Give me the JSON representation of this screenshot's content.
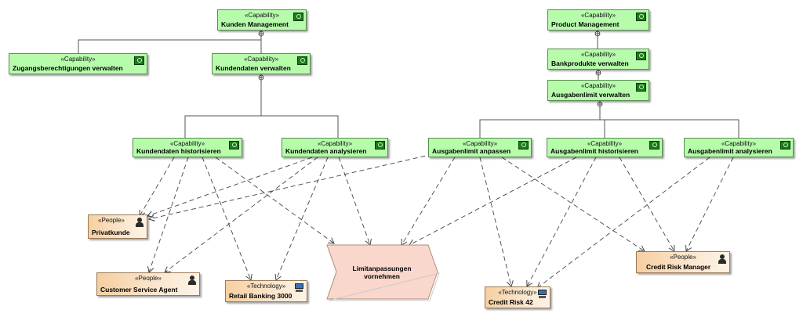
{
  "stereotypes": {
    "capability": "«Capability»",
    "people": "«People»",
    "technology": "«Technology»"
  },
  "capabilities": {
    "kunden_management": "Kunden Management",
    "zugangsberechtigungen": "Zugangsberechtigungen verwalten",
    "kundendaten_verwalten": "Kundendaten verwalten",
    "kundendaten_historisieren": "Kundendaten historisieren",
    "kundendaten_analysieren": "Kundendaten analysieren",
    "product_management": "Product Management",
    "bankprodukte_verwalten": "Bankprodukte verwalten",
    "ausgabenlimit_verwalten": "Ausgabenlimit verwalten",
    "ausgabenlimit_anpassen": "Ausgabenlimit anpassen",
    "ausgabenlimit_historisieren": "Ausgabenlimit historisieren",
    "ausgabenlimit_analysieren": "Ausgabenlimit analysieren"
  },
  "people": {
    "privatkunde": "Privatkunde",
    "customer_service_agent": "Customer Service Agent",
    "credit_risk_manager": "Credit Risk Manager"
  },
  "technology": {
    "retail_banking": "Retail Banking 3000",
    "credit_risk": "Credit Risk 42"
  },
  "process": {
    "limitanpassungen": "Limitanpassungen\nvornehmen"
  },
  "colors": {
    "capability_fill": "#b6fcab",
    "people_fill": "#f6cfa0",
    "process_fill": "#f9d7cc",
    "line": "#555555"
  },
  "icons": {
    "capability": "capability-icon",
    "people": "person-icon",
    "technology": "computer-icon"
  }
}
